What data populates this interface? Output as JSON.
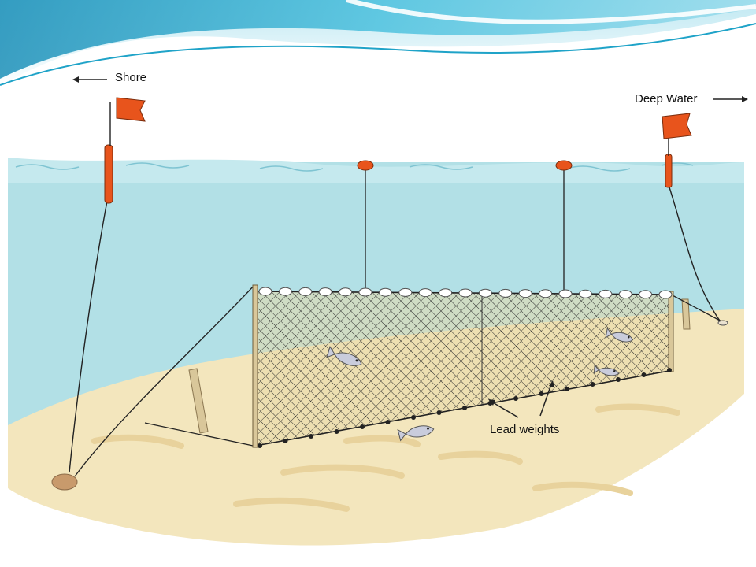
{
  "labels": {
    "shore": "Shore",
    "deep_water": "Deep Water",
    "lead_weights": "Lead weights"
  },
  "colors": {
    "water": "#b2e0e6",
    "water_surface": "#c5e9ee",
    "sand": "#f3e6bd",
    "sand_dark": "#e8d29c",
    "flag": "#e8541c",
    "float": "#e8541c",
    "net_frame": "#d9c79a",
    "line": "#222222",
    "slide_swoosh": "#1fa3c8",
    "rock": "#c89a6c",
    "fish": "#c9ccdc"
  },
  "icons": {
    "shore_arrow": "arrow-left-icon",
    "deep_arrow": "arrow-right-icon",
    "flag": "flag-icon",
    "float": "buoy-icon",
    "fish": "fish-icon",
    "anchor": "rock-anchor-icon"
  }
}
